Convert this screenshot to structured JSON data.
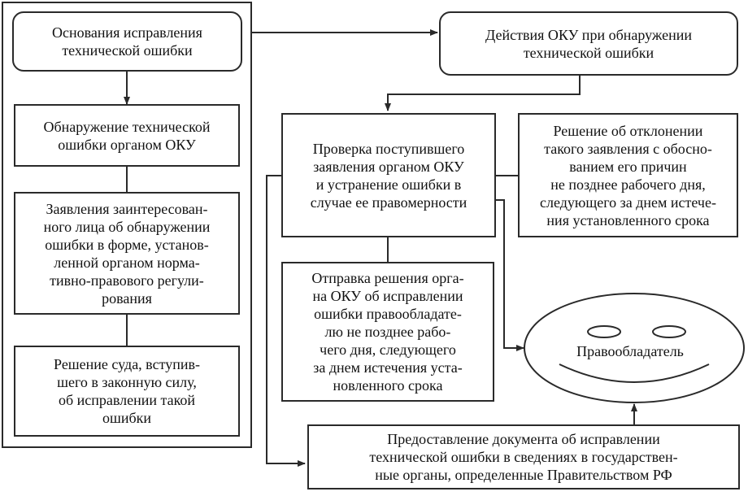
{
  "boxes": {
    "grounds": "Основания исправления\nтехнической ошибки",
    "actions": "Действия ОКУ при обнаружении\nтехнической ошибки",
    "detection": "Обнаружение технической\nошибки органом ОКУ",
    "application": "Заявления заинтересован-\nного лица об обнаружении\nошибки в форме, установ-\nленной органом норма-\nтивно-правового регули-\nрования",
    "court": "Решение суда, вступив-\nшего в законную силу,\nоб исправлении такой\nошибки",
    "check": "Проверка поступившего\nзаявления органом ОКУ\nи устранение ошибки в\nслучае ее правомерности",
    "rejection": "Решение об отклонении\nтакого заявления с обосно-\nванием его причин\nне позднее рабочего дня,\nследующего за днем истече-\nния установленного срока",
    "sending": "Отправка решения орга-\nна ОКУ об исправлении\nошибки правообладате-\nлю не позднее рабо-\nчего дня, следующего\nза днем истечения уста-\nновленного срока",
    "provision": "Предоставление документа об исправлении\nтехнической ошибки в сведениях в государствен-\nные органы, определенные Правительством РФ"
  },
  "holder": "Правообладатель",
  "colors": {
    "line": "#2a2a2a",
    "text": "#111111"
  }
}
